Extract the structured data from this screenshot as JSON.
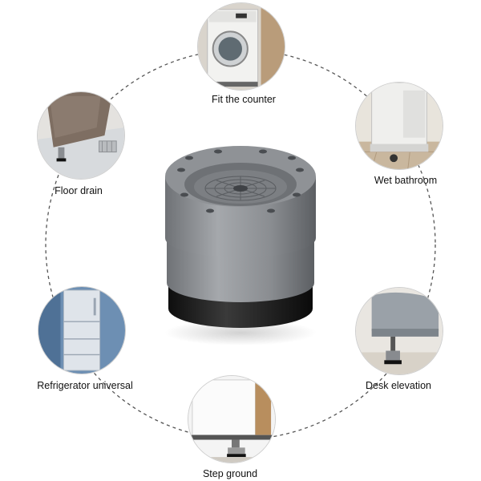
{
  "usages": [
    {
      "label": "Fit the counter",
      "icon": "washing-machine-icon"
    },
    {
      "label": "Wet bathroom",
      "icon": "bathroom-cabinet-icon"
    },
    {
      "label": "Desk elevation",
      "icon": "desk-leg-riser-icon"
    },
    {
      "label": "Step ground",
      "icon": "step-appliance-foot-icon"
    },
    {
      "label": "Refrigerator universal",
      "icon": "refrigerator-icon"
    },
    {
      "label": "Floor drain",
      "icon": "floor-drain-appliance-icon"
    }
  ],
  "product": {
    "icon": "anti-vibration-pad-icon"
  },
  "colors": {
    "dashed_ring": "#555555",
    "pad_gray": "#8e9195",
    "pad_base": "#1c1c1c"
  }
}
